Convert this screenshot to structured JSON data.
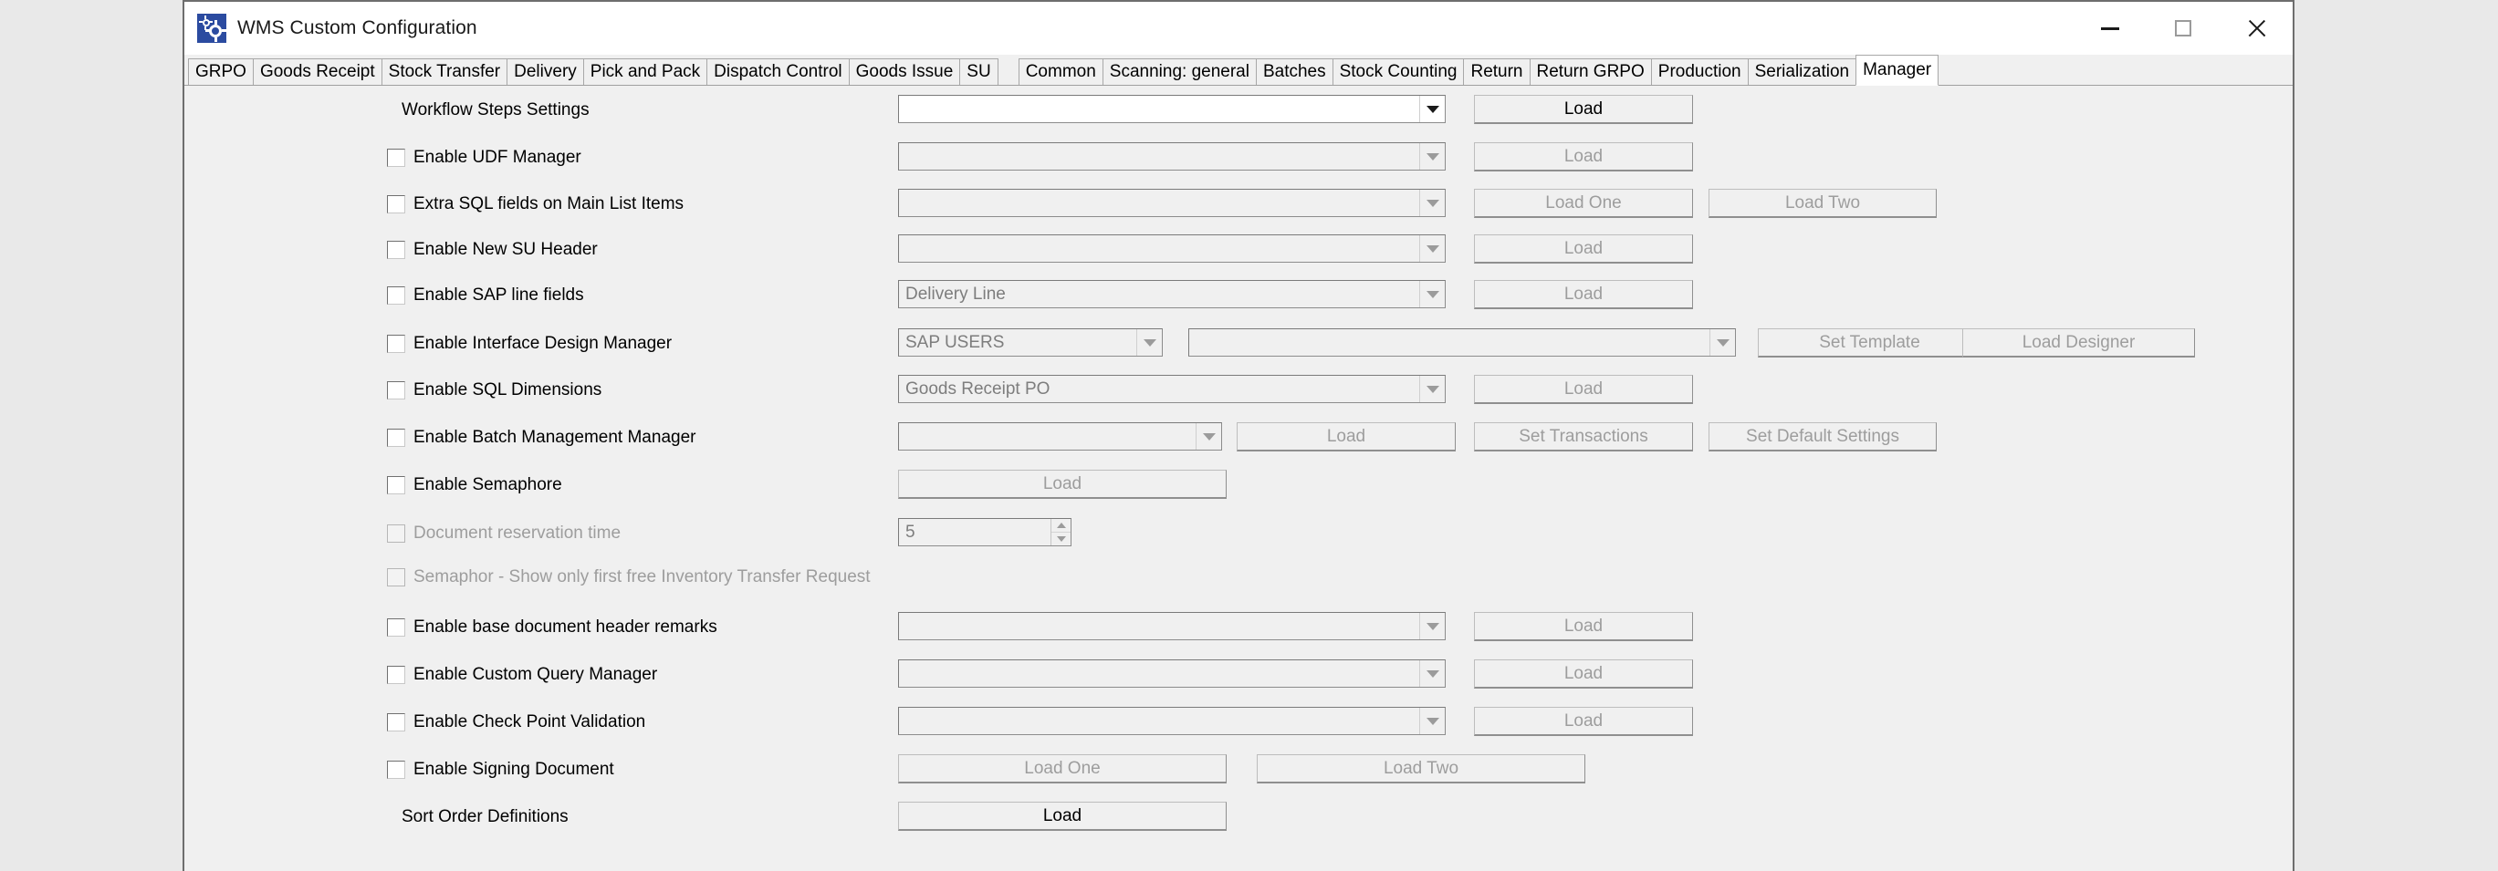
{
  "window": {
    "title": "WMS Custom Configuration",
    "icon": "gears-icon",
    "minimize_label": "–",
    "maximize_label": "□",
    "close_label": "✕"
  },
  "tabs": [
    {
      "label": "GRPO",
      "selected": false
    },
    {
      "label": "Goods Receipt",
      "selected": false
    },
    {
      "label": "Stock Transfer",
      "selected": false
    },
    {
      "label": "Delivery",
      "selected": false
    },
    {
      "label": "Pick and Pack",
      "selected": false
    },
    {
      "label": "Dispatch Control",
      "selected": false
    },
    {
      "label": "Goods Issue",
      "selected": false
    },
    {
      "label": "SU",
      "selected": false
    },
    {
      "label": "Common",
      "selected": false
    },
    {
      "label": "Scanning: general",
      "selected": false
    },
    {
      "label": "Batches",
      "selected": false
    },
    {
      "label": "Stock Counting",
      "selected": false
    },
    {
      "label": "Return",
      "selected": false
    },
    {
      "label": "Return GRPO",
      "selected": false
    },
    {
      "label": "Production",
      "selected": false
    },
    {
      "label": "Serialization",
      "selected": false
    },
    {
      "label": "Manager",
      "selected": true
    }
  ],
  "rows": [
    {
      "label": "Workflow Steps Settings",
      "checkbox": false,
      "combo": {
        "value": "",
        "enabled": true
      },
      "buttons": [
        {
          "label": "Load",
          "enabled": true
        }
      ]
    },
    {
      "label": "Enable UDF Manager",
      "checkbox": true,
      "checked": false,
      "enabled": true,
      "combo": {
        "value": "",
        "enabled": false
      },
      "buttons": [
        {
          "label": "Load",
          "enabled": false
        }
      ]
    },
    {
      "label": "Extra SQL fields on Main List Items",
      "checkbox": true,
      "checked": false,
      "enabled": true,
      "combo": {
        "value": "",
        "enabled": false
      },
      "buttons": [
        {
          "label": "Load One",
          "enabled": false
        },
        {
          "label": "Load Two",
          "enabled": false
        }
      ]
    },
    {
      "label": "Enable New SU Header",
      "checkbox": true,
      "checked": false,
      "enabled": true,
      "combo": {
        "value": "",
        "enabled": false
      },
      "buttons": [
        {
          "label": "Load",
          "enabled": false
        }
      ]
    },
    {
      "label": "Enable SAP line fields",
      "checkbox": true,
      "checked": false,
      "enabled": true,
      "combo": {
        "value": "Delivery Line",
        "enabled": false
      },
      "buttons": [
        {
          "label": "Load",
          "enabled": false
        }
      ]
    },
    {
      "label": "Enable Interface Design Manager",
      "checkbox": true,
      "checked": false,
      "enabled": true,
      "combo": {
        "value": "SAP USERS",
        "enabled": false
      },
      "combo2": {
        "value": "",
        "enabled": false
      },
      "buttons": [
        {
          "label": "Set Template",
          "enabled": false
        },
        {
          "label": "Load Designer",
          "enabled": false
        }
      ]
    },
    {
      "label": "Enable SQL Dimensions",
      "checkbox": true,
      "checked": false,
      "enabled": true,
      "combo": {
        "value": "Goods Receipt PO",
        "enabled": false
      },
      "buttons": [
        {
          "label": "Load",
          "enabled": false
        }
      ]
    },
    {
      "label": "Enable Batch Management Manager",
      "checkbox": true,
      "checked": false,
      "enabled": true,
      "combo": {
        "value": "",
        "enabled": false
      },
      "buttons": [
        {
          "label": "Load",
          "enabled": false
        },
        {
          "label": "Set Transactions",
          "enabled": false
        },
        {
          "label": "Set Default Settings",
          "enabled": false
        }
      ]
    },
    {
      "label": "Enable Semaphore",
      "checkbox": true,
      "checked": false,
      "enabled": true,
      "buttons": [
        {
          "label": "Load",
          "enabled": false
        }
      ]
    },
    {
      "label": "Document reservation time",
      "checkbox": true,
      "checked": false,
      "enabled": false,
      "spinner": {
        "value": "5",
        "enabled": false
      }
    },
    {
      "label": "Semaphor - Show only first free Inventory Transfer Request",
      "checkbox": true,
      "checked": false,
      "enabled": false
    },
    {
      "label": "Enable base document header remarks",
      "checkbox": true,
      "checked": false,
      "enabled": true,
      "combo": {
        "value": "",
        "enabled": false
      },
      "buttons": [
        {
          "label": "Load",
          "enabled": false
        }
      ]
    },
    {
      "label": "Enable Custom Query Manager",
      "checkbox": true,
      "checked": false,
      "enabled": true,
      "combo": {
        "value": "",
        "enabled": false
      },
      "buttons": [
        {
          "label": "Load",
          "enabled": false
        }
      ]
    },
    {
      "label": "Enable Check Point Validation",
      "checkbox": true,
      "checked": false,
      "enabled": true,
      "combo": {
        "value": "",
        "enabled": false
      },
      "buttons": [
        {
          "label": "Load",
          "enabled": false
        }
      ]
    },
    {
      "label": "Enable Signing Document",
      "checkbox": true,
      "checked": false,
      "enabled": true,
      "buttons": [
        {
          "label": "Load One",
          "enabled": false
        },
        {
          "label": "Load Two",
          "enabled": false
        }
      ]
    },
    {
      "label": "Sort Order Definitions",
      "checkbox": false,
      "buttons": [
        {
          "label": "Load",
          "enabled": true
        }
      ]
    }
  ],
  "colors": {
    "accent": "#2b4ba0",
    "window_bg": "#f0f0f0",
    "desktop_bg": "#e9e9e9",
    "titlebar_bg": "#ffffff",
    "disabled_text": "#9d9d9d",
    "text": "#000000"
  }
}
